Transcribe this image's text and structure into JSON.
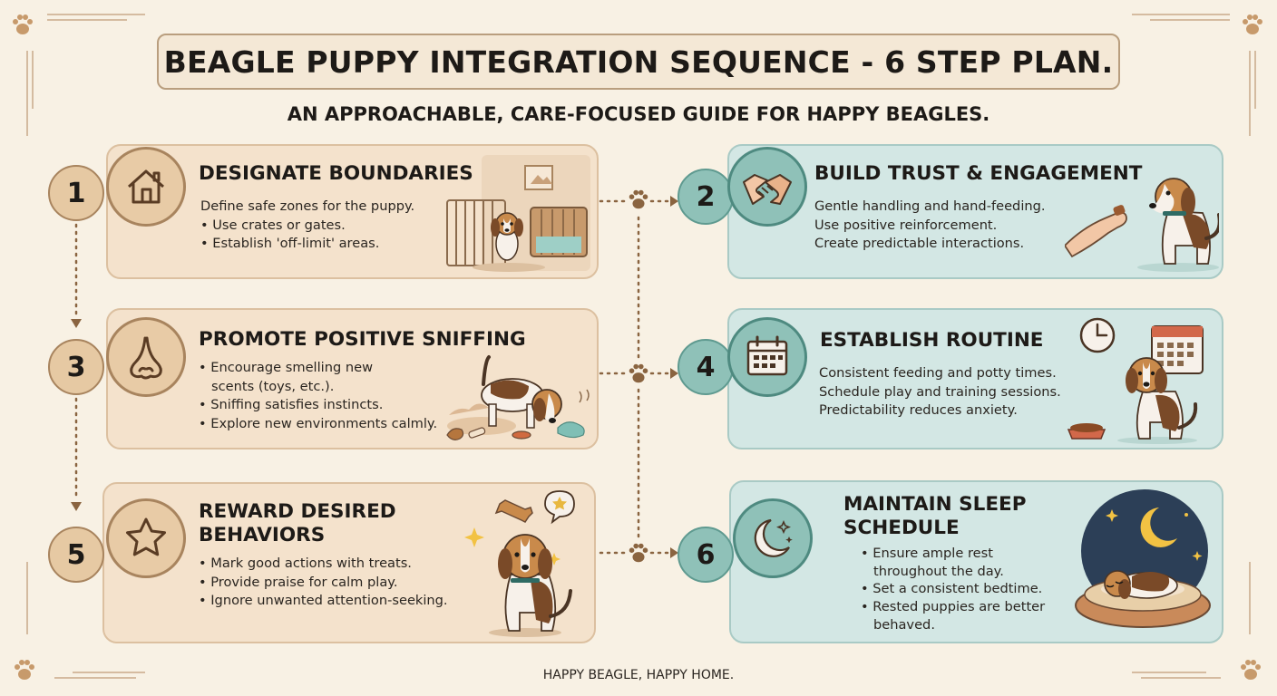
{
  "title": "BEAGLE PUPPY INTEGRATION SEQUENCE - 6 STEP PLAN.",
  "subtitle": "AN APPROACHABLE, CARE-FOCUSED GUIDE FOR HAPPY BEAGLES.",
  "footer": "HAPPY BEAGLE, HAPPY HOME.",
  "colors": {
    "background": "#f8f1e4",
    "warm_card": "#f4e2cc",
    "cool_card": "#d3e7e4",
    "warm_accent": "#a8845e",
    "cool_accent": "#5f9a90",
    "connector": "#8a6440"
  },
  "steps": [
    {
      "number": "1",
      "icon": "house-icon",
      "title": "DESIGNATE BOUNDARIES",
      "lines": [
        "Define safe zones for the puppy.",
        "Use crates or gates.",
        "Establish 'off-limit' areas."
      ]
    },
    {
      "number": "2",
      "icon": "handshake-icon",
      "title": "BUILD TRUST & ENGAGEMENT",
      "lines": [
        "Gentle handling and hand-feeding.",
        "Use positive reinforcement.",
        "Create predictable interactions."
      ]
    },
    {
      "number": "3",
      "icon": "nose-icon",
      "title": "PROMOTE POSITIVE SNIFFING",
      "lines": [
        "Encourage smelling new",
        "scents (toys, etc.).",
        "Sniffing satisfies instincts.",
        "Explore new environments calmly."
      ]
    },
    {
      "number": "4",
      "icon": "calendar-icon",
      "title": "ESTABLISH ROUTINE",
      "lines": [
        "Consistent feeding and potty times.",
        "Schedule play and training sessions.",
        "Predictability reduces anxiety."
      ]
    },
    {
      "number": "5",
      "icon": "star-icon",
      "title_lines": [
        "REWARD DESIRED",
        "BEHAVIORS"
      ],
      "lines": [
        "Mark good actions with treats.",
        "Provide praise for calm play.",
        "Ignore unwanted attention-seeking."
      ]
    },
    {
      "number": "6",
      "icon": "moon-icon",
      "title_lines": [
        "MAINTAIN SLEEP",
        "SCHEDULE"
      ],
      "lines": [
        "Ensure ample rest",
        "throughout the day.",
        "Set a consistent bedtime.",
        "Rested puppies are better",
        "behaved."
      ]
    }
  ]
}
